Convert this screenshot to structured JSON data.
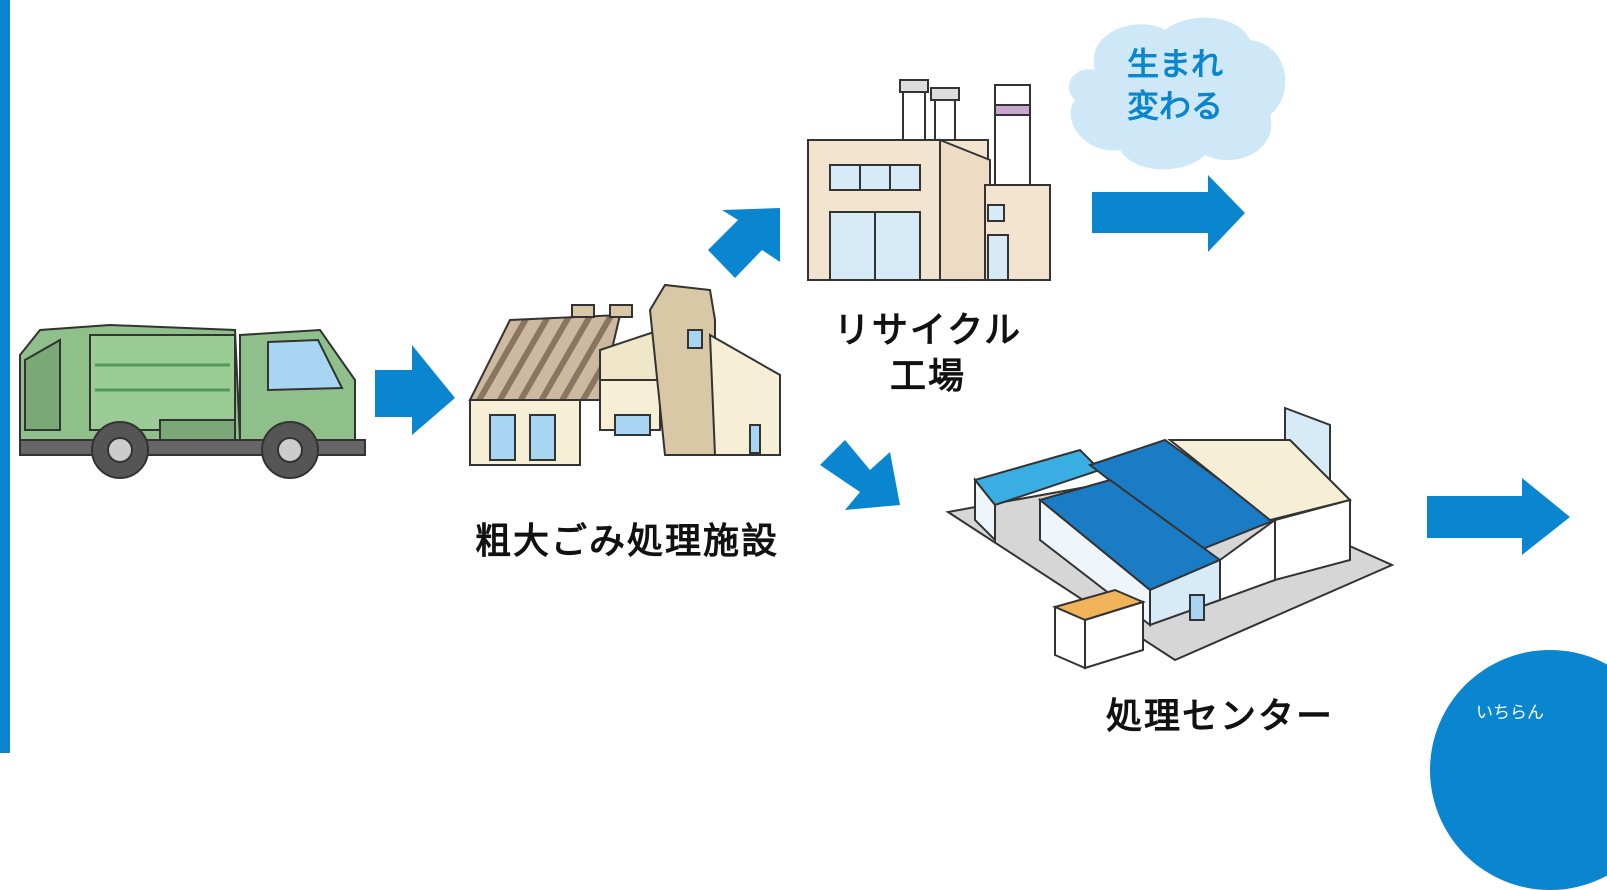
{
  "labels": {
    "bulky_facility": "粗大ごみ処理施設",
    "recycle_line1": "リサイクル",
    "recycle_line2": "工場",
    "disposal_center": "処理センター",
    "cloud_line1": "生まれ",
    "cloud_line2": "変わる"
  },
  "corner": {
    "ruby": "いちらん"
  },
  "colors": {
    "accent": "#0a86d1",
    "cloud": "#cfe8f7",
    "truck": "#8fbf8a",
    "building_wall": "#f3e4cf",
    "roof_blue": "#1a7cc5"
  }
}
